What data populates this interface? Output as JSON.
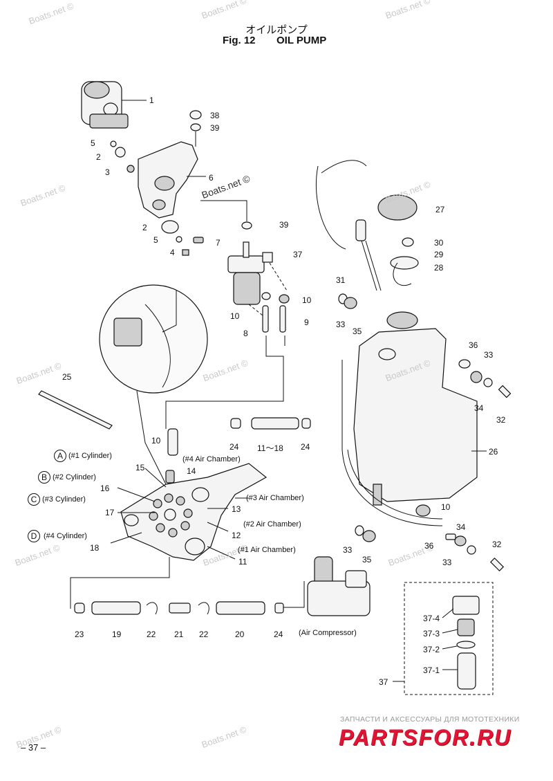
{
  "header": {
    "japanese_title": "オイルポンプ",
    "figure_label": "Fig. 12",
    "title": "OIL PUMP"
  },
  "watermarks": {
    "light": "Boats.net ©",
    "dark": "Boats.net ©"
  },
  "callouts": {
    "c1": "1",
    "c2a": "2",
    "c2b": "2",
    "c3": "3",
    "c4": "4",
    "c5a": "5",
    "c5b": "5",
    "c6": "6",
    "c7": "7",
    "c8": "8",
    "c9": "9",
    "c10a": "10",
    "c10b": "10",
    "c10c": "10",
    "c10d": "10",
    "c11a": "11～18",
    "c11b": "11",
    "c12": "12",
    "c13": "13",
    "c14": "14",
    "c15": "15",
    "c16": "16",
    "c17": "17",
    "c18": "18",
    "c19": "19",
    "c20": "20",
    "c21": "21",
    "c22a": "22",
    "c22b": "22",
    "c23": "23",
    "c24a": "24",
    "c24b": "24",
    "c24c": "24",
    "c25": "25",
    "c26": "26",
    "c27": "27",
    "c28": "28",
    "c29": "29",
    "c30": "30",
    "c31": "31",
    "c32a": "32",
    "c32b": "32",
    "c33a": "33",
    "c33b": "33",
    "c33c": "33",
    "c33d": "33",
    "c34a": "34",
    "c34b": "34",
    "c35a": "35",
    "c35b": "35",
    "c36a": "36",
    "c36b": "36",
    "c37a": "37",
    "c37b": "37",
    "c37_1": "37-1",
    "c37_2": "37-2",
    "c37_3": "37-3",
    "c37_4": "37-4",
    "c38": "38",
    "c39a": "39",
    "c39b": "39"
  },
  "cylinders": {
    "A": {
      "letter": "A",
      "label": "(#1 Cylinder)"
    },
    "B": {
      "letter": "B",
      "label": "(#2 Cylinder)"
    },
    "C": {
      "letter": "C",
      "label": "(#3 Cylinder)"
    },
    "D": {
      "letter": "D",
      "label": "(#4 Cylinder)"
    }
  },
  "air_chambers": {
    "ac1": "(#1 Air Chamber)",
    "ac2": "(#2 Air Chamber)",
    "ac3": "(#3 Air Chamber)",
    "ac4": "(#4 Air Chamber)"
  },
  "air_compressor": "(Air Compressor)",
  "page_number": "– 37 –",
  "brand": {
    "tagline": "ЗАПЧАСТИ И АКСЕССУАРЫ ДЛЯ МОТОТЕХНИКИ",
    "name": "PARTSFOR.RU",
    "color": "#e0153a"
  }
}
